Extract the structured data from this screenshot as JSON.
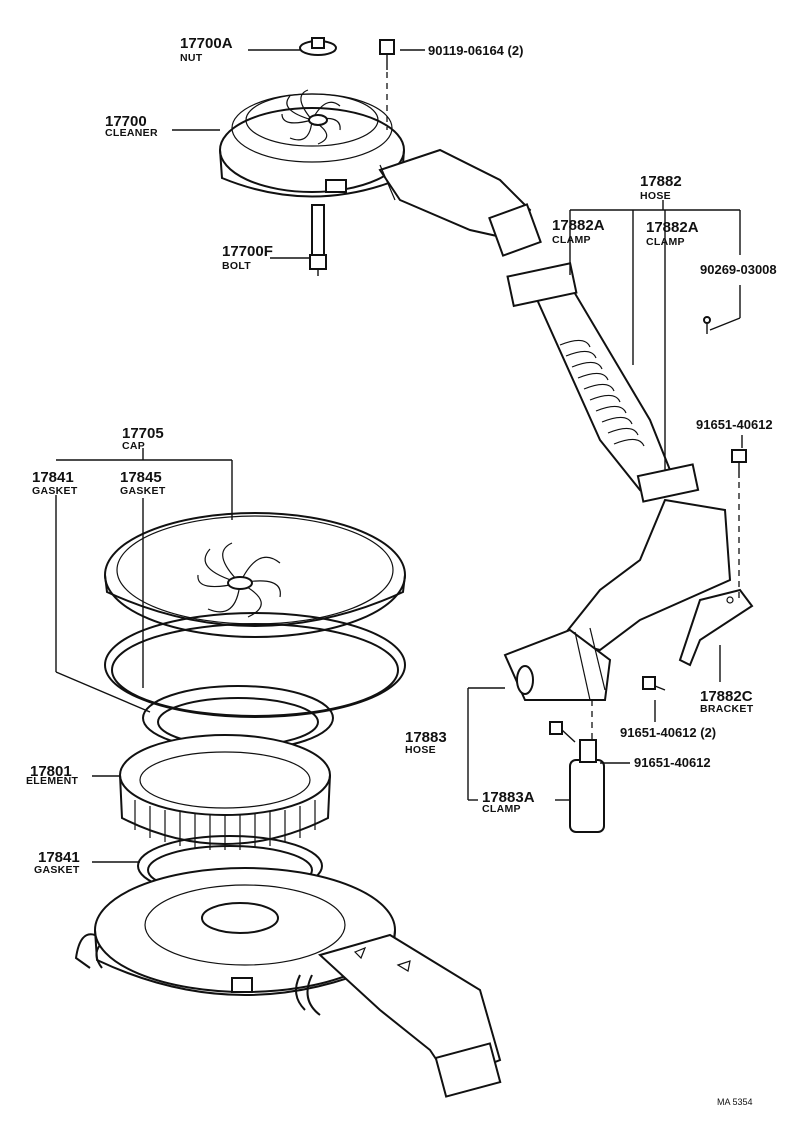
{
  "labels": {
    "nut_num": "17700A",
    "nut_name": "NUT",
    "bolt_top_ref": "90119-06164 (2)",
    "cleaner_num": "17700",
    "cleaner_name": "CLEANER",
    "bolt_num": "17700F",
    "bolt_name": "BOLT",
    "hose_num": "17882",
    "hose_name": "HOSE",
    "clamp_a1_num": "17882A",
    "clamp_a1_name": "CLAMP",
    "clamp_a2_num": "17882A",
    "clamp_a2_name": "CLAMP",
    "screw_ref": "90269-03008",
    "cap_num": "17705",
    "cap_name": "CAP",
    "gasket1_num": "17841",
    "gasket1_name": "GASKET",
    "gasket2_num": "17845",
    "gasket2_name": "GASKET",
    "bolt_right_ref": "91651-40612",
    "element_num": "17801",
    "element_name": "ELEMENT",
    "bracket_num": "17882C",
    "bracket_name": "BRACKET",
    "hose2_num": "17883",
    "hose2_name": "HOSE",
    "bolt2_ref": "91651-40612 (2)",
    "bolt3_ref": "91651-40612",
    "gasket3_num": "17841",
    "gasket3_name": "GASKET",
    "clamp2_num": "17883A",
    "clamp2_name": "CLAMP",
    "footer": "MA 5354"
  }
}
